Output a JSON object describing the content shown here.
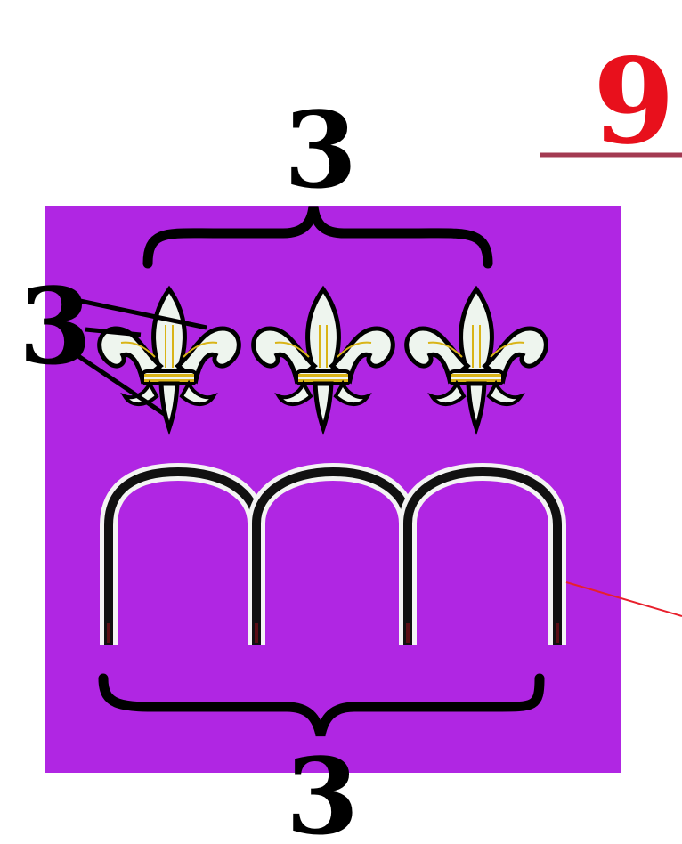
{
  "total": {
    "label": "9",
    "color": "#e8101c",
    "underline_color": "#a33a52"
  },
  "colors": {
    "field": "#b026e3",
    "fleur_fill": "#eef5ee",
    "fleur_outline": "#000000",
    "fleur_accent": "#d9b417",
    "arch": "#111111",
    "brace": "#000000",
    "label": "#000000",
    "pointer": "#e8202c"
  },
  "counts": {
    "fleurs_label": "3",
    "arches_label": "3",
    "fleur_parts_label": "3"
  },
  "icons": {
    "fleur": "fleur-de-lis-icon",
    "arch": "arch-icon"
  }
}
